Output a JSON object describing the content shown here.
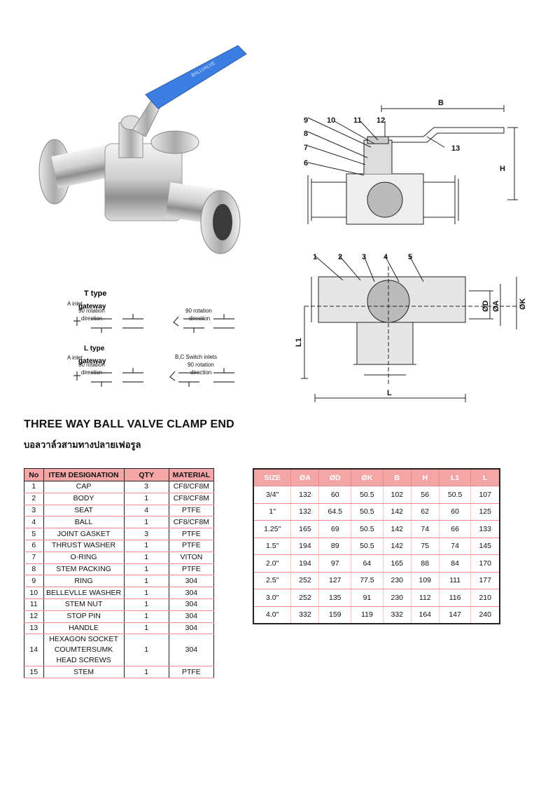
{
  "photo_handle_text": "BALLVALVE",
  "drawing": {
    "callouts_top": [
      "9",
      "10",
      "11",
      "12",
      "8",
      "7",
      "6",
      "13"
    ],
    "callouts_bottom": [
      "1",
      "2",
      "3",
      "4",
      "5"
    ],
    "dim_labels": {
      "B": "B",
      "H": "H",
      "L1": "L1",
      "L": "L",
      "D": "ØD",
      "A": "ØA",
      "K": "ØK"
    }
  },
  "diagrams": {
    "t_type_title": "T type",
    "t_type_sub": "gateway",
    "l_type_title": "L type",
    "l_type_sub": "gateway",
    "a_inlet": "A inlet",
    "rotation": "90 rotation",
    "direction": "direction",
    "bc_inlets": "B,C Switch inlets"
  },
  "title": "THREE WAY BALL VALVE CLAMP END",
  "subtitle": "บอลวาล์วสามทางปลายเฟอรูล",
  "parts_table": {
    "headers": [
      "No",
      "ITEM DESIGNATION",
      "QTY",
      "MATERIAL"
    ],
    "rows": [
      [
        "1",
        "CAP",
        "3",
        "CF8/CF8M"
      ],
      [
        "2",
        "BODY",
        "1",
        "CF8/CF8M"
      ],
      [
        "3",
        "SEAT",
        "4",
        "PTFE"
      ],
      [
        "4",
        "BALL",
        "1",
        "CF8/CF8M"
      ],
      [
        "5",
        "JOINT GASKET",
        "3",
        "PTFE"
      ],
      [
        "6",
        "THRUST WASHER",
        "1",
        "PTFE"
      ],
      [
        "7",
        "O-RING",
        "1",
        "VITON"
      ],
      [
        "8",
        "STEM PACKING",
        "1",
        "PTFE"
      ],
      [
        "9",
        "RING",
        "1",
        "304"
      ],
      [
        "10",
        "BELLEVLLE WASHER",
        "1",
        "304"
      ],
      [
        "11",
        "STEM NUT",
        "1",
        "304"
      ],
      [
        "12",
        "STOP PIN",
        "1",
        "304"
      ],
      [
        "13",
        "HANDLE",
        "1",
        "304"
      ],
      [
        "14",
        "HEXAGON SOCKET COUMTERSUMK HEAD SCREWS",
        "1",
        "304"
      ],
      [
        "15",
        "STEM",
        "1",
        "PTFE"
      ]
    ]
  },
  "dims_table": {
    "headers": [
      "SIZE",
      "ØA",
      "ØD",
      "ØK",
      "B",
      "H",
      "L1",
      "L"
    ],
    "rows": [
      [
        "3/4\"",
        "132",
        "60",
        "50.5",
        "102",
        "56",
        "50.5",
        "107"
      ],
      [
        "1\"",
        "132",
        "64.5",
        "50.5",
        "142",
        "62",
        "60",
        "125"
      ],
      [
        "1.25\"",
        "165",
        "69",
        "50.5",
        "142",
        "74",
        "66",
        "133"
      ],
      [
        "1.5\"",
        "194",
        "89",
        "50.5",
        "142",
        "75",
        "74",
        "145"
      ],
      [
        "2.0\"",
        "194",
        "97",
        "64",
        "165",
        "88",
        "84",
        "170"
      ],
      [
        "2.5\"",
        "252",
        "127",
        "77.5",
        "230",
        "109",
        "111",
        "177"
      ],
      [
        "3.0\"",
        "252",
        "135",
        "91",
        "230",
        "112",
        "116",
        "210"
      ],
      [
        "4.0\"",
        "332",
        "159",
        "119",
        "332",
        "164",
        "147",
        "240"
      ]
    ]
  }
}
